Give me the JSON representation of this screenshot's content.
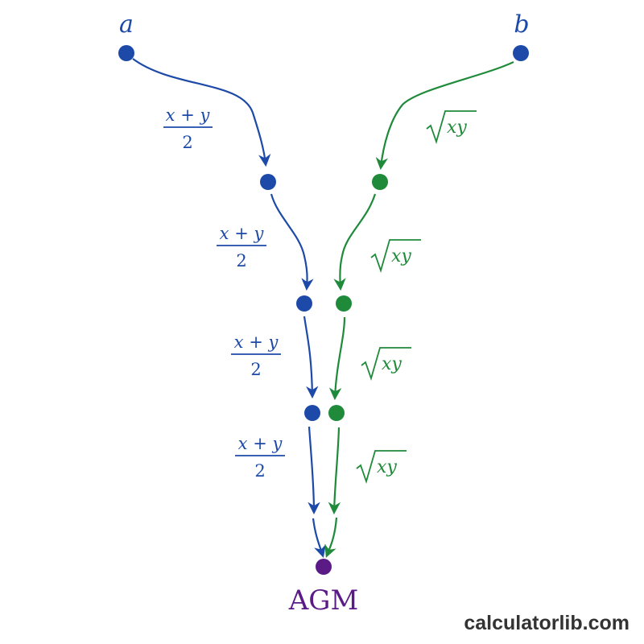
{
  "inputs": {
    "a": "a",
    "b": "b"
  },
  "arith_op": {
    "numerator": "x + y",
    "denominator": "2"
  },
  "geo_op": {
    "radicand": "xy"
  },
  "result_label": "AGM",
  "watermark": "calculatorlib.com",
  "colors": {
    "arithmetic": "#1d4aa8",
    "geometric": "#1f8a3a",
    "result": "#5a1b86",
    "watermark": "#333333"
  }
}
